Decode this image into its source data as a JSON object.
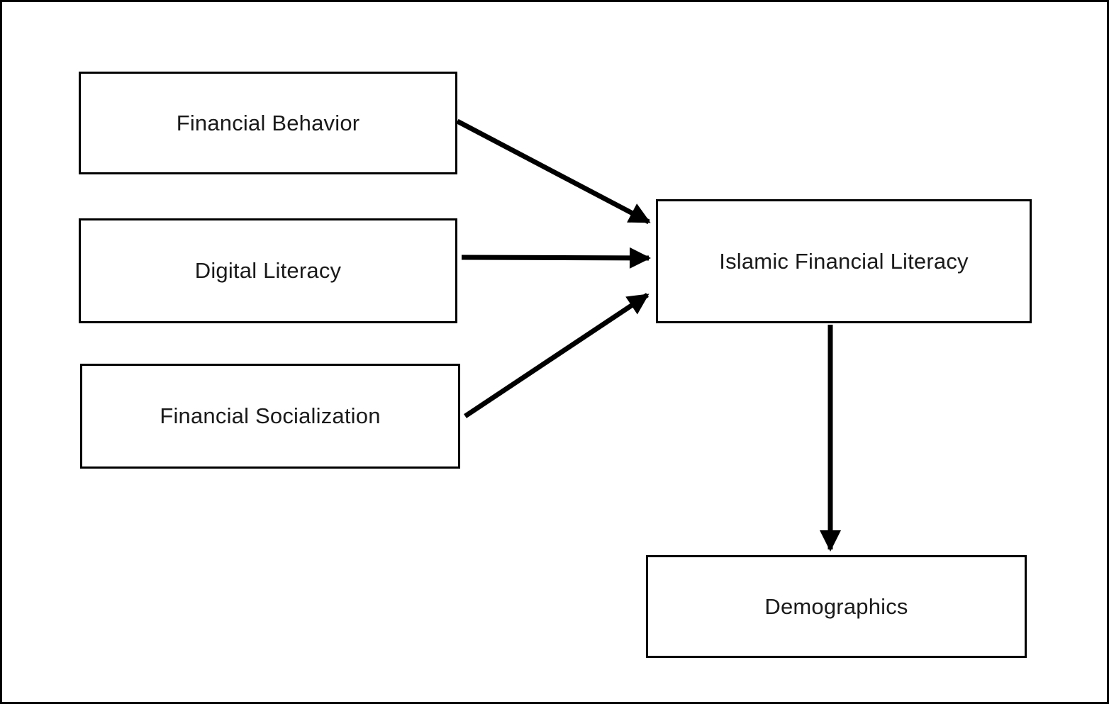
{
  "diagram": {
    "type": "conceptual-framework",
    "background_color": "#ffffff",
    "stroke_color": "#000000",
    "text_color": "#1a1a1a",
    "nodes": [
      {
        "id": "financial-behavior",
        "label": "Financial Behavior"
      },
      {
        "id": "digital-literacy",
        "label": "Digital Literacy"
      },
      {
        "id": "financial-socialization",
        "label": "Financial Socialization"
      },
      {
        "id": "islamic-financial-literacy",
        "label": "Islamic Financial Literacy"
      },
      {
        "id": "demographics",
        "label": "Demographics"
      }
    ],
    "edges": [
      {
        "from": "financial-behavior",
        "to": "islamic-financial-literacy",
        "direction": "right"
      },
      {
        "from": "digital-literacy",
        "to": "islamic-financial-literacy",
        "direction": "right"
      },
      {
        "from": "financial-socialization",
        "to": "islamic-financial-literacy",
        "direction": "right"
      },
      {
        "from": "islamic-financial-literacy",
        "to": "demographics",
        "direction": "down"
      }
    ]
  }
}
